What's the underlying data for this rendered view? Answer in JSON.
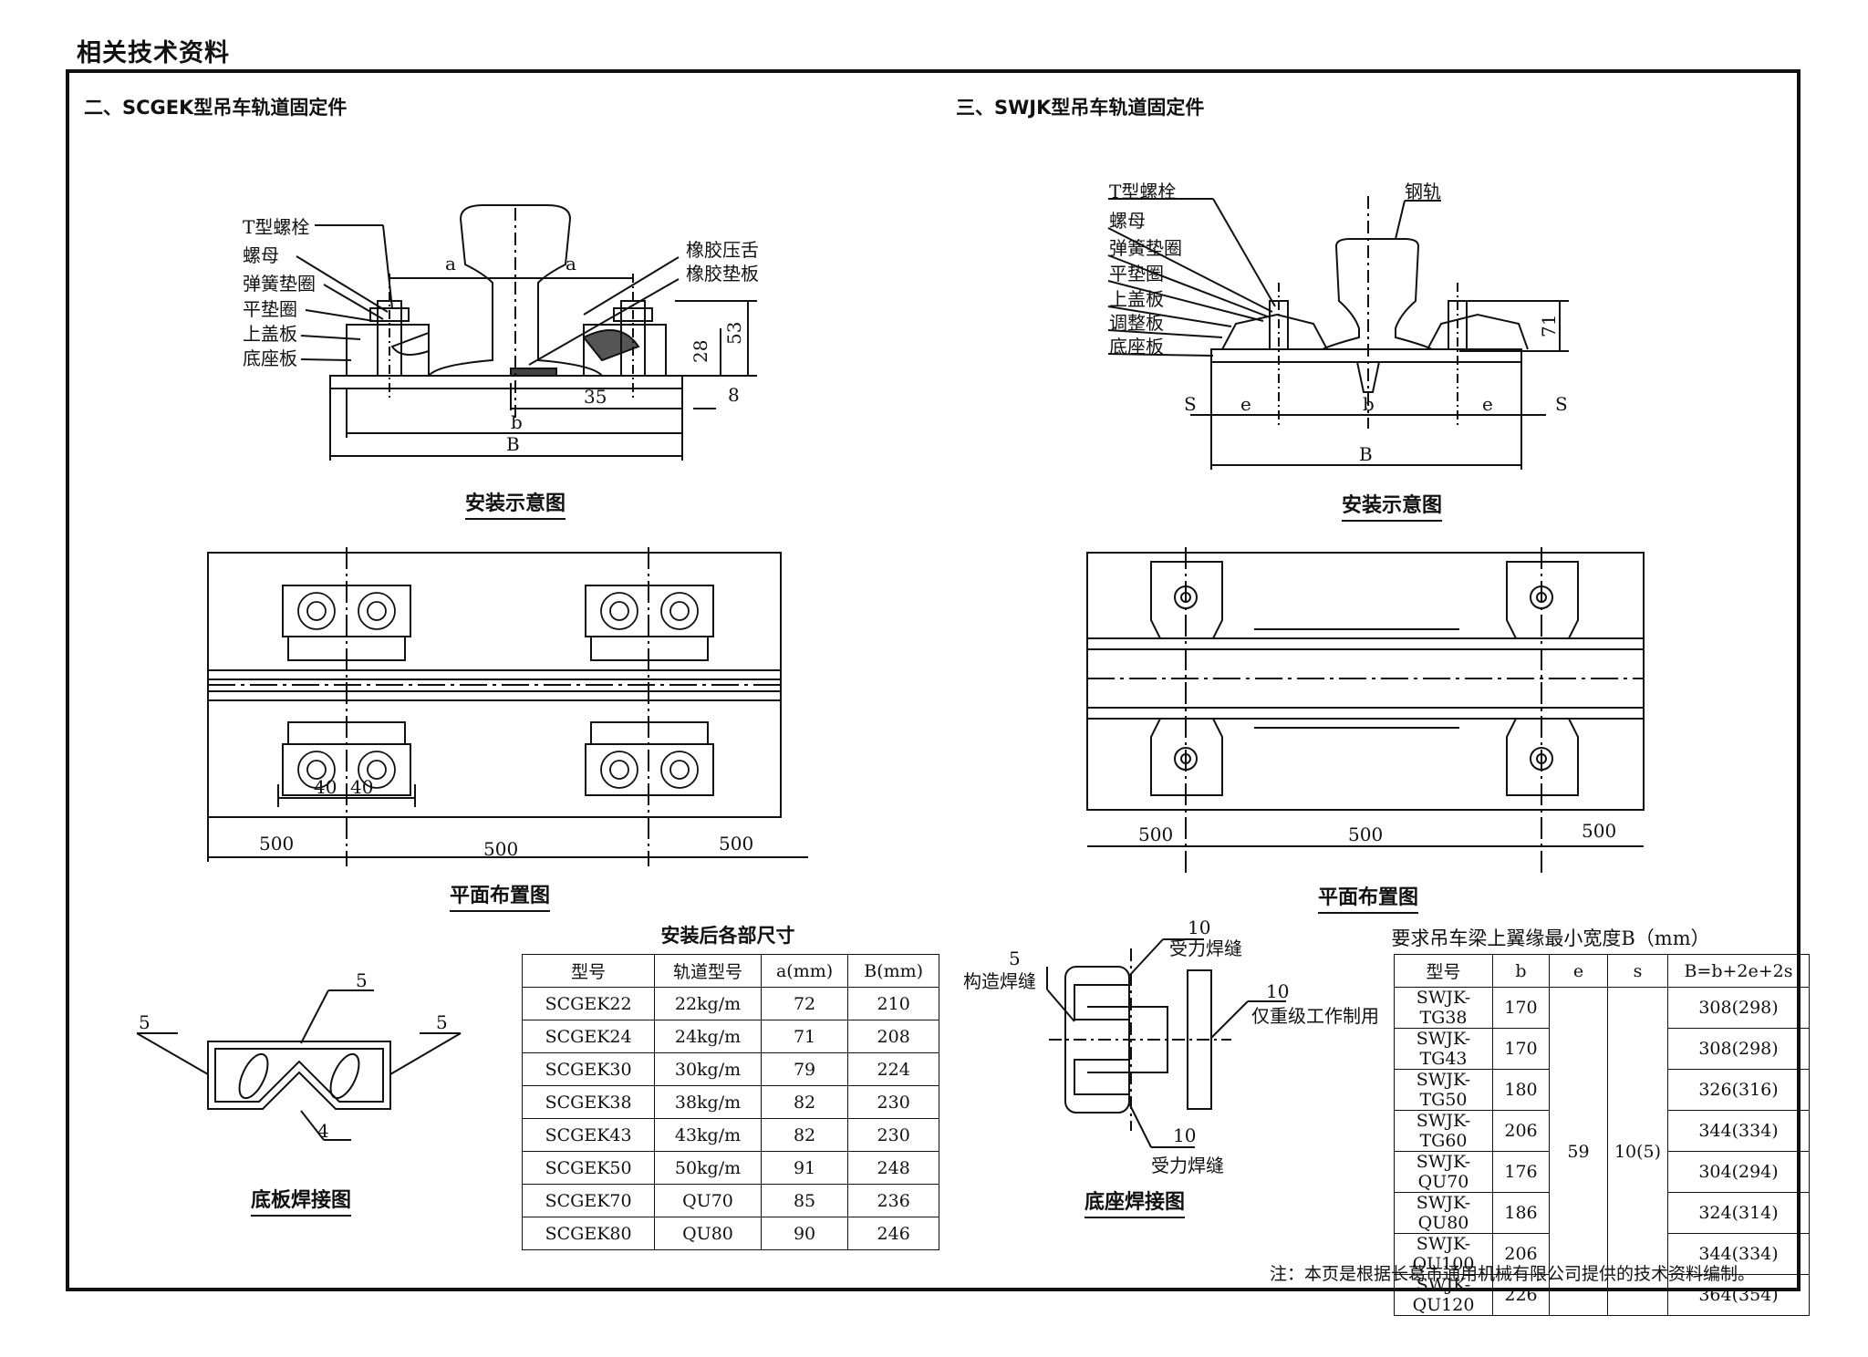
{
  "page_title": "相关技术资料",
  "section2": {
    "title": "二、SCGEK型吊车轨道固定件",
    "install": {
      "caption": "安装示意图",
      "labels": [
        "T型螺栓",
        "螺母",
        "弹簧垫圈",
        "平垫圈",
        "上盖板",
        "底座板"
      ],
      "right_labels": [
        "橡胶压舌",
        "橡胶垫板"
      ],
      "dims": {
        "a": "a",
        "h28": "28",
        "h53": "53",
        "d35": "35",
        "d8": "8",
        "b": "b",
        "B": "B"
      }
    },
    "plan": {
      "caption": "平面布置图",
      "d40a": "40",
      "d40b": "40",
      "s1": "500",
      "s2": "500",
      "s3": "500"
    },
    "weld": {
      "caption": "底板焊接图",
      "w_top": "5",
      "w_left": "5",
      "w_right": "5",
      "w_bottom": "4"
    },
    "table": {
      "title": "安装后各部尺寸",
      "headers": [
        "型号",
        "轨道型号",
        "a(mm)",
        "B(mm)"
      ],
      "rows": [
        [
          "SCGEK22",
          "22kg/m",
          "72",
          "210"
        ],
        [
          "SCGEK24",
          "24kg/m",
          "71",
          "208"
        ],
        [
          "SCGEK30",
          "30kg/m",
          "79",
          "224"
        ],
        [
          "SCGEK38",
          "38kg/m",
          "82",
          "230"
        ],
        [
          "SCGEK43",
          "43kg/m",
          "82",
          "230"
        ],
        [
          "SCGEK50",
          "50kg/m",
          "91",
          "248"
        ],
        [
          "SCGEK70",
          "QU70",
          "85",
          "236"
        ],
        [
          "SCGEK80",
          "QU80",
          "90",
          "246"
        ]
      ]
    }
  },
  "section3": {
    "title": "三、SWJK型吊车轨道固定件",
    "install": {
      "caption": "安装示意图",
      "labels": [
        "T型螺栓",
        "螺母",
        "弹簧垫圈",
        "平垫圈",
        "上盖板",
        "调整板",
        "底座板"
      ],
      "rail_label": "钢轨",
      "dims": {
        "h71": "71",
        "s": "S",
        "e": "e",
        "b": "b",
        "B": "B"
      }
    },
    "plan": {
      "caption": "平面布置图",
      "s1": "500",
      "s2": "500",
      "s3": "500"
    },
    "weld": {
      "caption": "底座焊接图",
      "struct_weld": "构造焊缝",
      "struct_size": "5",
      "force_weld_top": "受力焊缝",
      "force_size_top": "10",
      "heavy_only": "仅重级工作制用",
      "heavy_size": "10",
      "force_weld_bottom": "受力焊缝",
      "force_size_bottom": "10"
    },
    "table": {
      "title": "要求吊车梁上翼缘最小宽度B（mm）",
      "headers": [
        "型号",
        "b",
        "e",
        "s",
        "B=b+2e+2s"
      ],
      "e_value": "59",
      "s_value": "10(5)",
      "rows": [
        [
          "SWJK-TG38",
          "170",
          "308(298)"
        ],
        [
          "SWJK-TG43",
          "170",
          "308(298)"
        ],
        [
          "SWJK-TG50",
          "180",
          "326(316)"
        ],
        [
          "SWJK-TG60",
          "206",
          "344(334)"
        ],
        [
          "SWJK-QU70",
          "176",
          "304(294)"
        ],
        [
          "SWJK-QU80",
          "186",
          "324(314)"
        ],
        [
          "SWJK-QU100",
          "206",
          "344(334)"
        ],
        [
          "SWJK-QU120",
          "226",
          "364(354)"
        ]
      ]
    },
    "note": "注：本页是根据长葛市通用机械有限公司提供的技术资料编制。"
  }
}
